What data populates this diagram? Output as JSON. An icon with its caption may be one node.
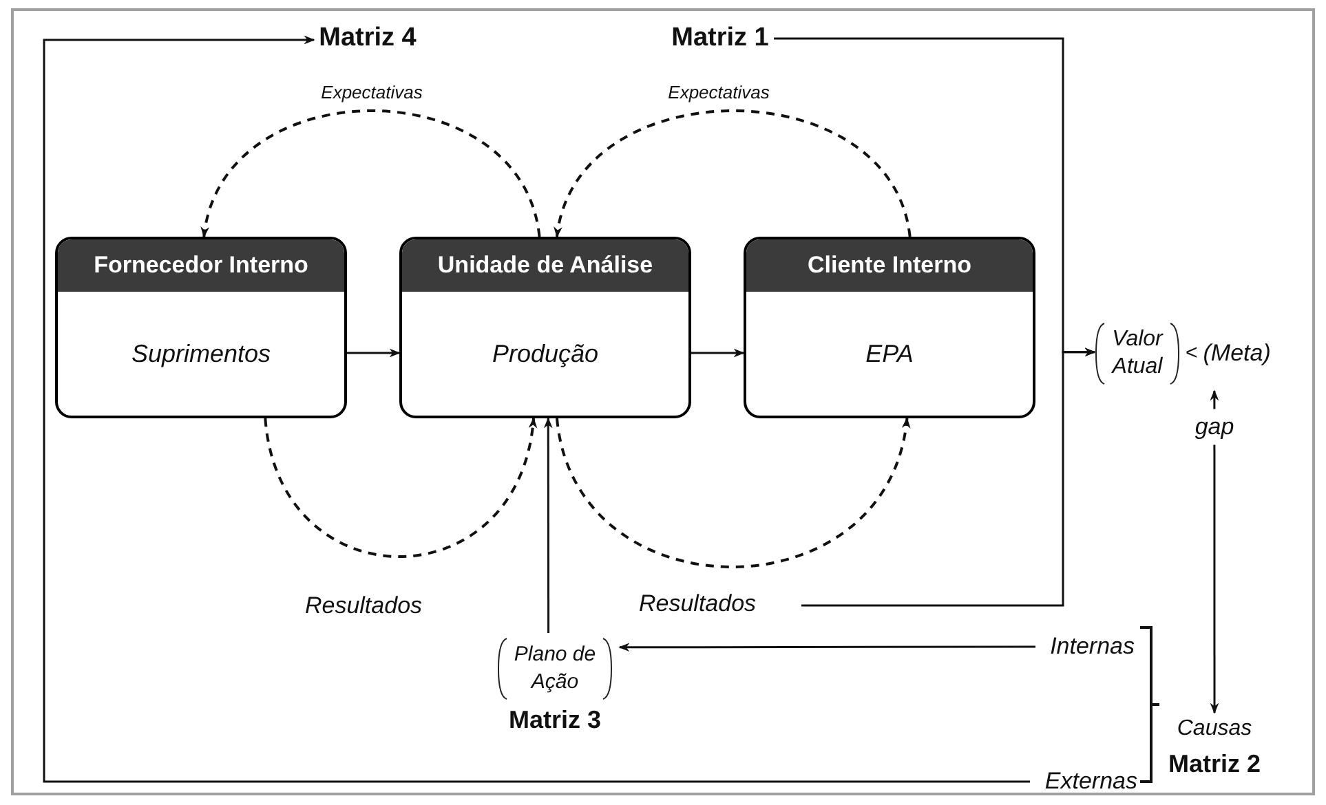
{
  "diagram": {
    "nodes": [
      {
        "text": [
          "Fornecedor Interno",
          "Suprimentos"
        ]
      },
      {
        "text": [
          "Unidade de Análise",
          "Produção"
        ]
      },
      {
        "text": [
          "Cliente Interno",
          "EPA"
        ]
      },
      {
        "text": [
          "Matriz 4"
        ]
      },
      {
        "text": [
          "Matriz 1"
        ]
      },
      {
        "text": [
          "Valor Atual",
          "<",
          "(Meta)"
        ]
      },
      {
        "text": [
          "Causas",
          "Matriz 2"
        ]
      },
      {
        "text": [
          "Internas"
        ]
      },
      {
        "text": [
          "Externas"
        ]
      },
      {
        "text": [
          "Plano de Ação",
          "Matriz 3"
        ]
      },
      {
        "text": [
          "Resultados"
        ]
      }
    ],
    "edges": [
      {
        "from": 1,
        "to": 0,
        "arrow": "to",
        "style": "dashed",
        "label": "Expectativas"
      },
      {
        "from": 2,
        "to": 1,
        "arrow": "to",
        "style": "dashed",
        "label": "Expectativas"
      },
      {
        "from": 0,
        "to": 1,
        "arrow": "to"
      },
      {
        "from": 1,
        "to": 2,
        "arrow": "to"
      },
      {
        "from": 0,
        "to": 1,
        "arrow": "to",
        "style": "dashed",
        "label": "Resultados"
      },
      {
        "from": 1,
        "to": 2,
        "arrow": "to",
        "style": "dashed"
      },
      {
        "from": 4,
        "to": 5,
        "arrow": "to"
      },
      {
        "from": 10,
        "to": 5,
        "arrow": "to"
      },
      {
        "from": 5,
        "to": 6,
        "arrow": "both",
        "label": "gap"
      },
      {
        "from": 7,
        "to": 9,
        "arrow": "to"
      },
      {
        "from": 9,
        "to": 1,
        "arrow": "to"
      },
      {
        "from": 8,
        "to": 3,
        "arrow": "to"
      }
    ]
  }
}
